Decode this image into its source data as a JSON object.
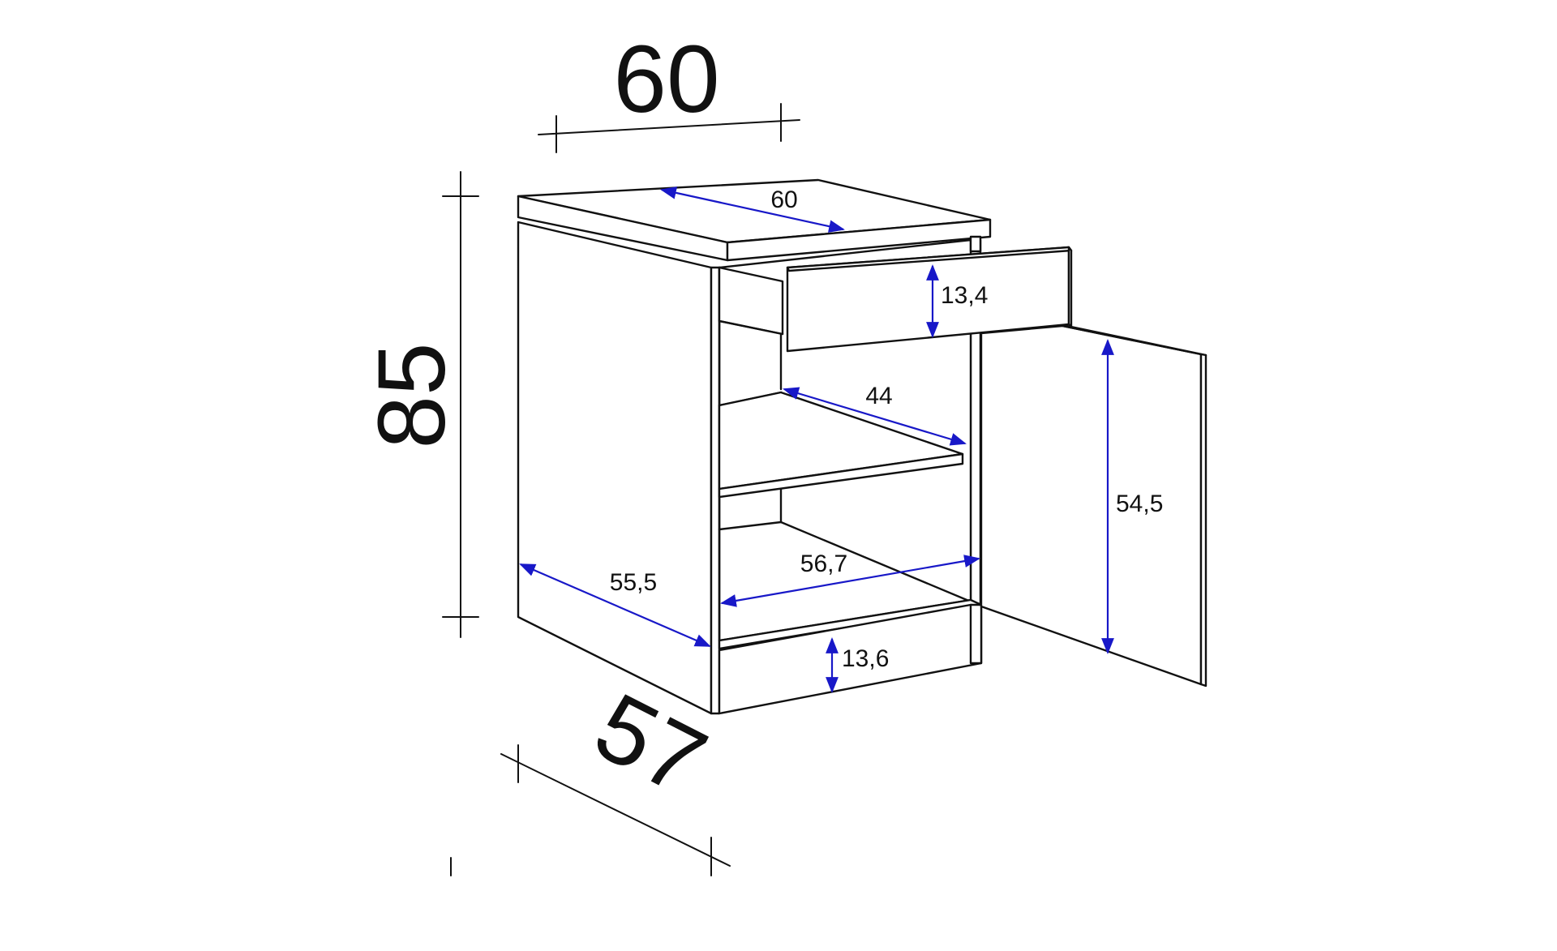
{
  "diagram": {
    "overall": {
      "width": "60",
      "height": "85",
      "depth": "57"
    },
    "inner": {
      "top_width": "60",
      "drawer_height": "13,4",
      "shelf_depth": "44",
      "door_height": "54,5",
      "side_depth": "55,5",
      "interior_width": "56,7",
      "plinth_height": "13,6"
    },
    "colors": {
      "line": "#111111",
      "dimension_arrow": "#1818c8",
      "background": "#ffffff"
    }
  }
}
